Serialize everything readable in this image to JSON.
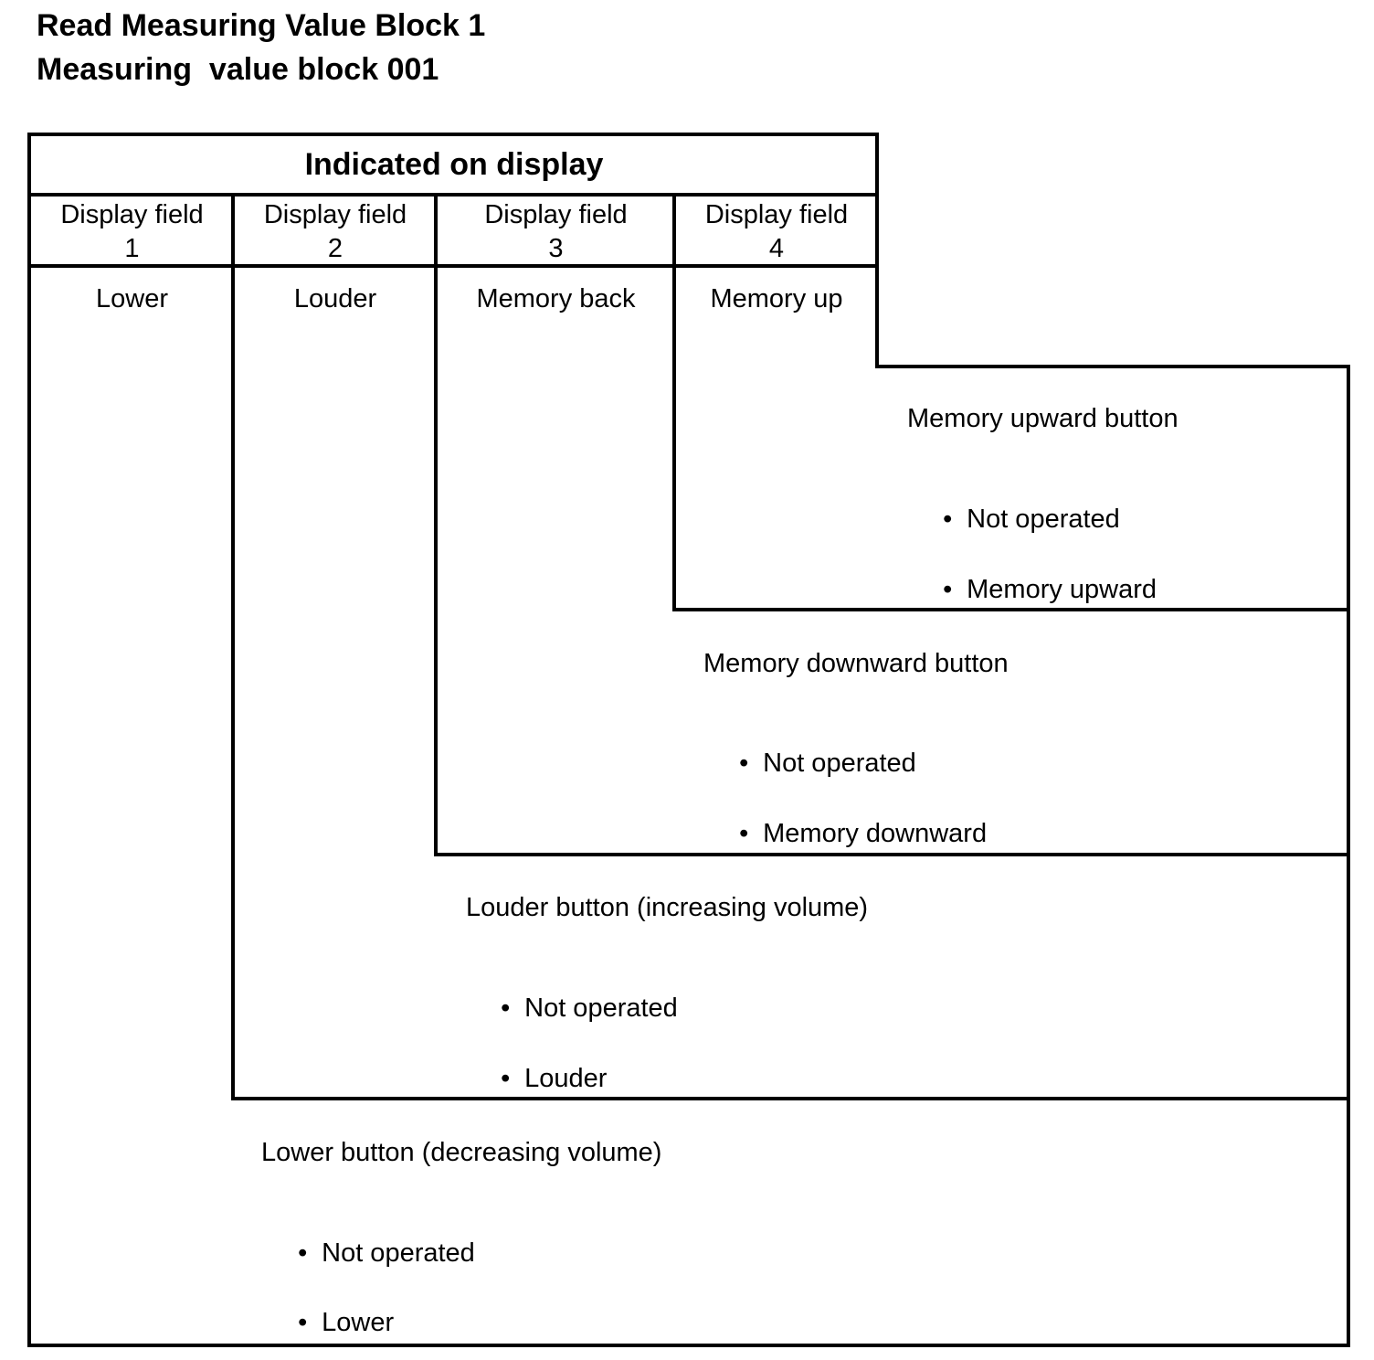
{
  "title": {
    "line1": "Read Measuring Value Block 1",
    "line2": "Measuring  value block 001"
  },
  "table": {
    "header": "Indicated on display",
    "fields": [
      {
        "label": "Display field",
        "number": "1",
        "value": "Lower"
      },
      {
        "label": "Display field",
        "number": "2",
        "value": "Louder"
      },
      {
        "label": "Display field",
        "number": "3",
        "value": "Memory back"
      },
      {
        "label": "Display field",
        "number": "4",
        "value": "Memory up"
      }
    ]
  },
  "descriptions": {
    "memory_up": {
      "title": "Memory upward button",
      "items": [
        "Not operated",
        "Memory upward"
      ]
    },
    "memory_down": {
      "title": "Memory downward button",
      "items": [
        "Not operated",
        "Memory downward"
      ]
    },
    "louder": {
      "title": "Louder button (increasing volume)",
      "items": [
        "Not operated",
        "Louder"
      ]
    },
    "lower": {
      "title": "Lower button (decreasing volume)",
      "items": [
        "Not operated",
        "Lower"
      ]
    }
  },
  "bullet_glyph": "•"
}
